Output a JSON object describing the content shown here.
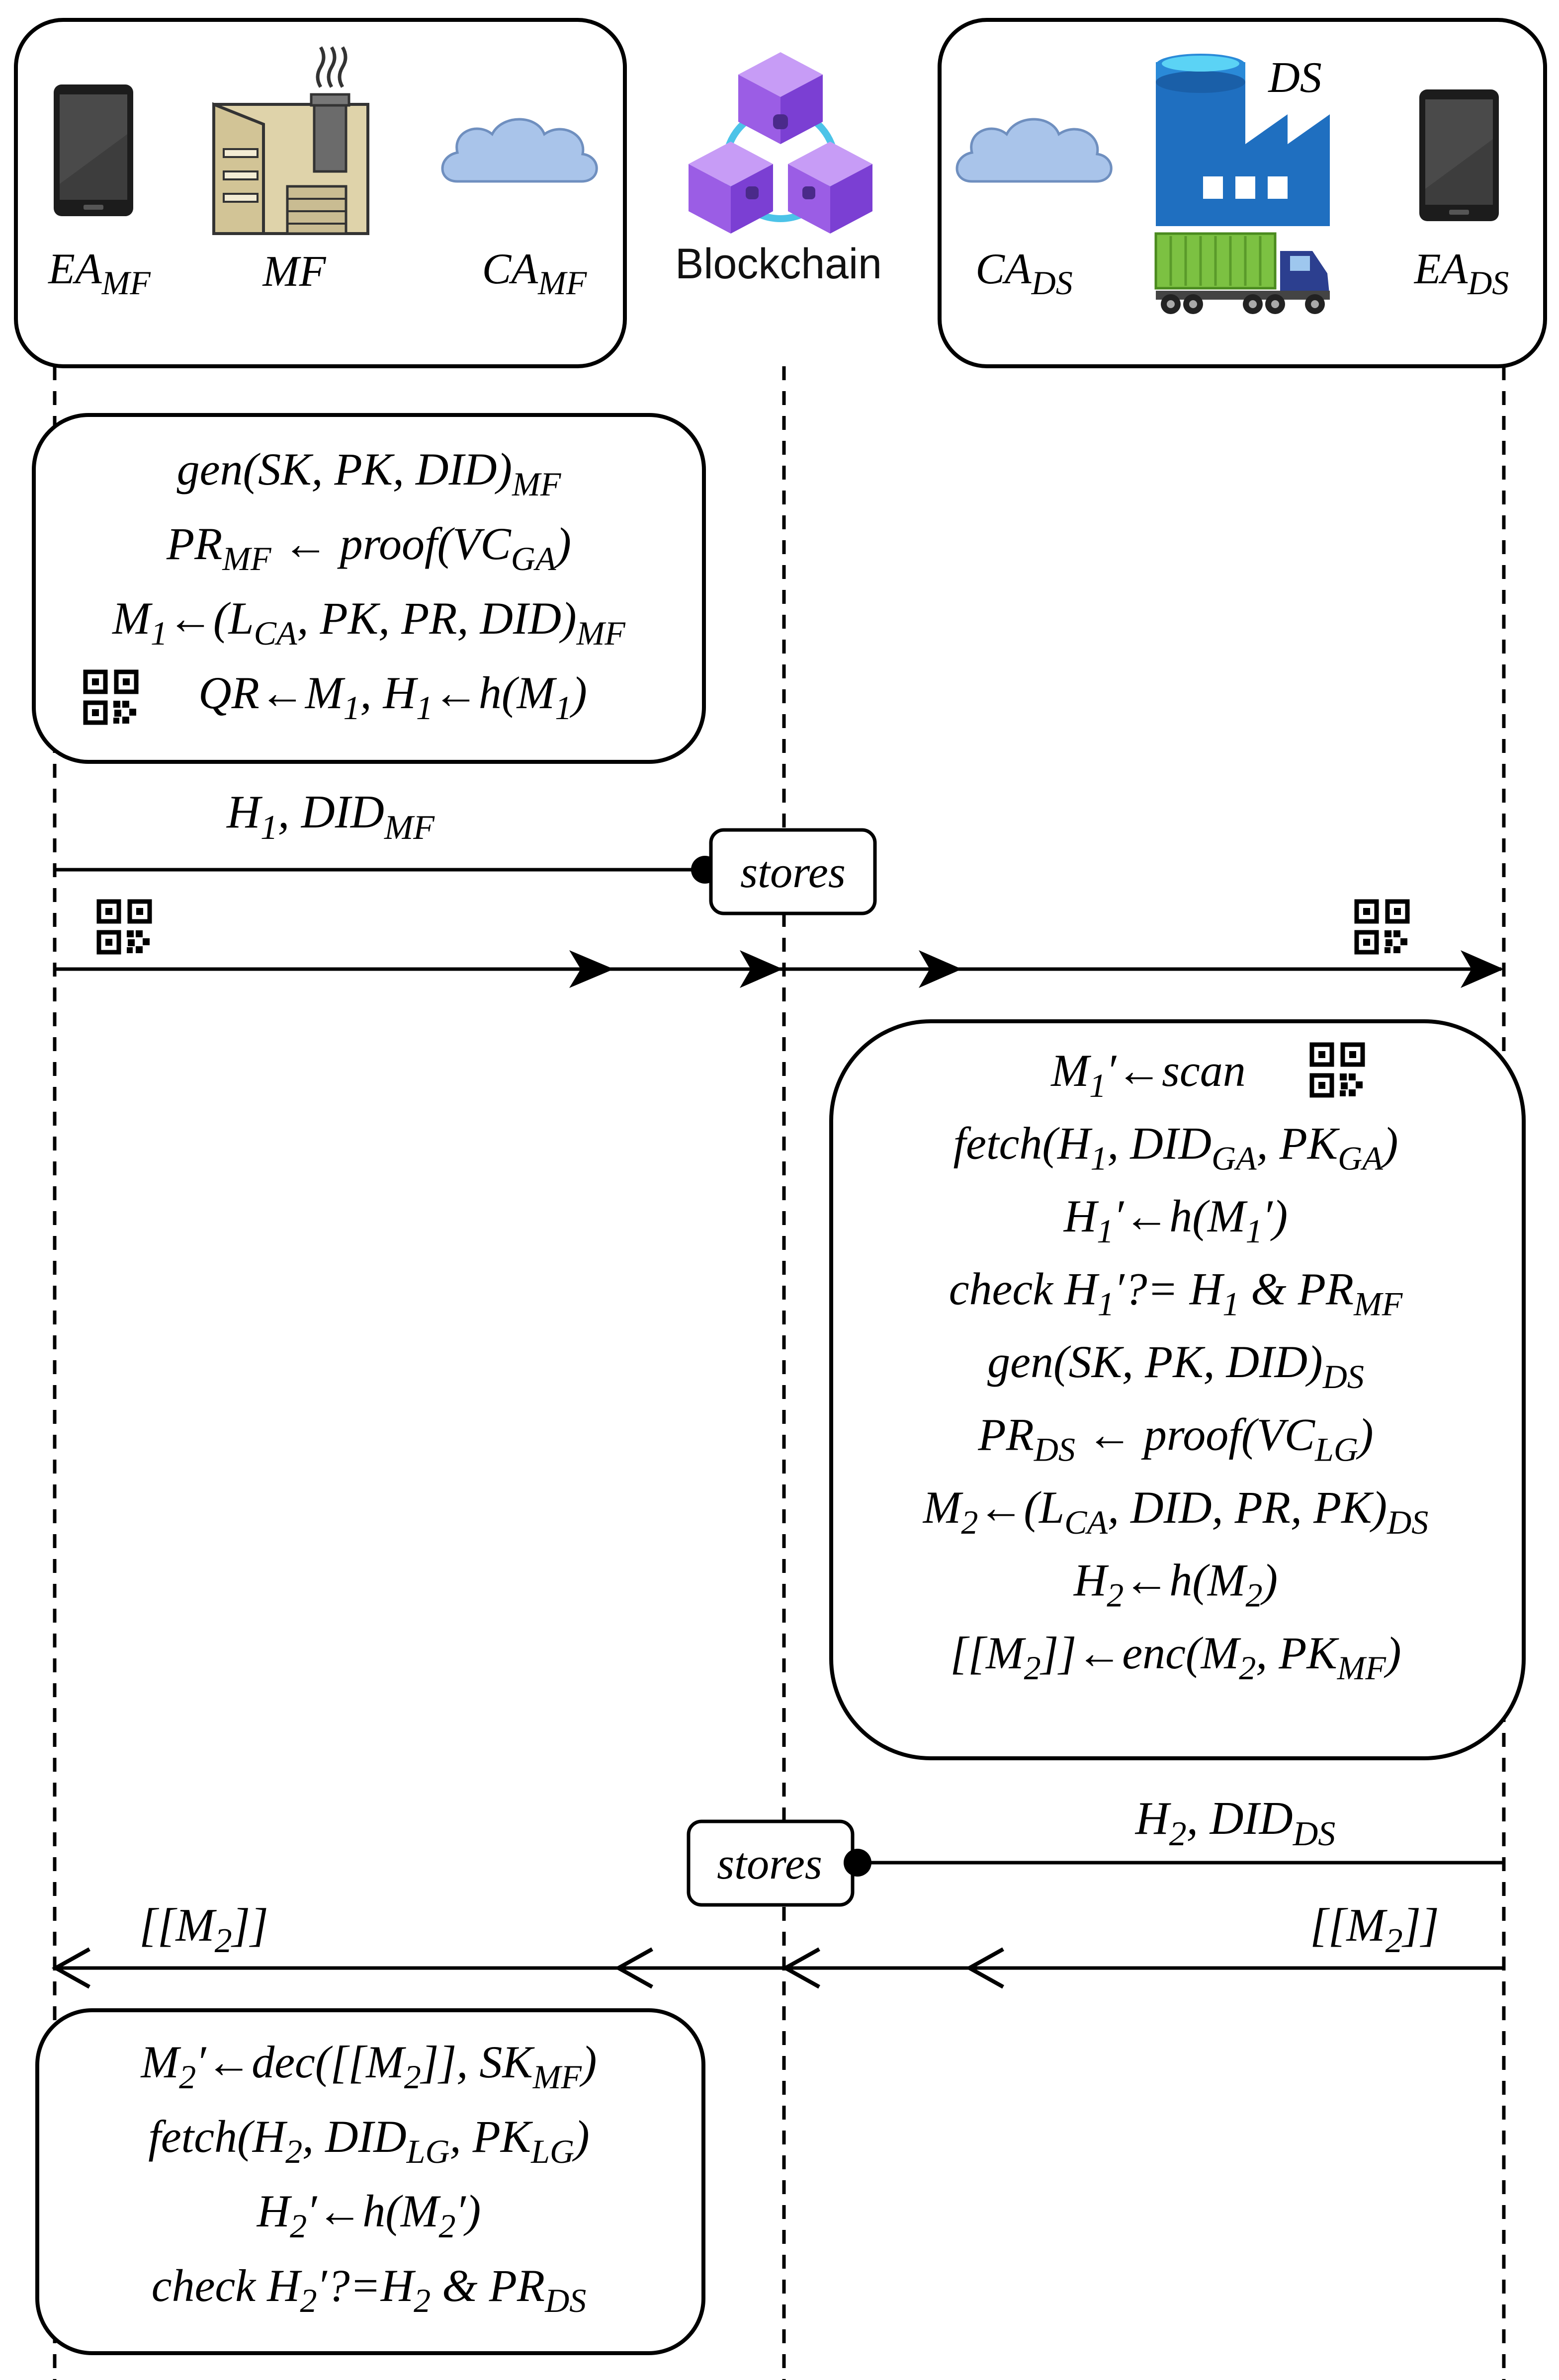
{
  "actors": {
    "ea_mf": {
      "base": "EA",
      "sub": "MF"
    },
    "mf": "MF",
    "ca_mf": {
      "base": "CA",
      "sub": "MF"
    },
    "blockchain": "Blockchain",
    "ca_ds": {
      "base": "CA",
      "sub": "DS"
    },
    "ds": "DS",
    "ea_ds": {
      "base": "EA",
      "sub": "DS"
    }
  },
  "box1": [
    [
      {
        "t": "gen(SK, PK, DID)"
      },
      {
        "t": "MF",
        "sub": true
      }
    ],
    [
      {
        "t": "PR"
      },
      {
        "t": "MF",
        "sub": true
      },
      {
        "t": " ← proof(VC"
      },
      {
        "t": "GA",
        "sub": true
      },
      {
        "t": ")"
      }
    ],
    [
      {
        "t": "M"
      },
      {
        "t": "1",
        "sub": true
      },
      {
        "t": "←(L"
      },
      {
        "t": "CA",
        "sub": true
      },
      {
        "t": ", PK, PR, DID)"
      },
      {
        "t": "MF",
        "sub": true
      }
    ],
    [
      {
        "t": "QR←M"
      },
      {
        "t": "1",
        "sub": true
      },
      {
        "t": ", H"
      },
      {
        "t": "1",
        "sub": true
      },
      {
        "t": "←h(M"
      },
      {
        "t": "1",
        "sub": true
      },
      {
        "t": ")"
      }
    ]
  ],
  "msg_h1": [
    {
      "t": "H"
    },
    {
      "t": "1",
      "sub": true
    },
    {
      "t": ", DID"
    },
    {
      "t": "MF",
      "sub": true
    }
  ],
  "stores_top": "stores",
  "box2": [
    [
      {
        "t": "M"
      },
      {
        "t": "1",
        "sub": true
      },
      {
        "t": "′←scan"
      }
    ],
    [
      {
        "t": "fetch(H"
      },
      {
        "t": "1",
        "sub": true
      },
      {
        "t": ", DID"
      },
      {
        "t": "GA",
        "sub": true
      },
      {
        "t": ", PK"
      },
      {
        "t": "GA",
        "sub": true
      },
      {
        "t": ")"
      }
    ],
    [
      {
        "t": "H"
      },
      {
        "t": "1",
        "sub": true
      },
      {
        "t": "′←h(M"
      },
      {
        "t": "1",
        "sub": true
      },
      {
        "t": "′)"
      }
    ],
    [
      {
        "t": "check H"
      },
      {
        "t": "1",
        "sub": true
      },
      {
        "t": "′?= H"
      },
      {
        "t": "1",
        "sub": true
      },
      {
        "t": " & PR"
      },
      {
        "t": "MF",
        "sub": true
      }
    ],
    [
      {
        "t": "gen(SK, PK, DID)"
      },
      {
        "t": "DS",
        "sub": true
      }
    ],
    [
      {
        "t": "PR"
      },
      {
        "t": "DS",
        "sub": true
      },
      {
        "t": " ← proof(VC"
      },
      {
        "t": "LG",
        "sub": true
      },
      {
        "t": ")"
      }
    ],
    [
      {
        "t": "M"
      },
      {
        "t": "2",
        "sub": true
      },
      {
        "t": "←(L"
      },
      {
        "t": "CA",
        "sub": true
      },
      {
        "t": ", DID, PR, PK)"
      },
      {
        "t": "DS",
        "sub": true
      }
    ],
    [
      {
        "t": "H"
      },
      {
        "t": "2",
        "sub": true
      },
      {
        "t": "←h(M"
      },
      {
        "t": "2",
        "sub": true
      },
      {
        "t": ")"
      }
    ],
    [
      {
        "t": "[[M"
      },
      {
        "t": "2",
        "sub": true
      },
      {
        "t": "]]←enc(M"
      },
      {
        "t": "2",
        "sub": true
      },
      {
        "t": ", PK"
      },
      {
        "t": "MF",
        "sub": true
      },
      {
        "t": ")"
      }
    ]
  ],
  "msg_h2": [
    {
      "t": "H"
    },
    {
      "t": "2",
      "sub": true
    },
    {
      "t": ", DID"
    },
    {
      "t": "DS",
      "sub": true
    }
  ],
  "stores_bottom": "stores",
  "msg_enc_right": [
    {
      "t": "[[M"
    },
    {
      "t": "2",
      "sub": true
    },
    {
      "t": "]]"
    }
  ],
  "msg_enc_left": [
    {
      "t": "[[M"
    },
    {
      "t": "2",
      "sub": true
    },
    {
      "t": "]]"
    }
  ],
  "box3": [
    [
      {
        "t": "M"
      },
      {
        "t": "2",
        "sub": true
      },
      {
        "t": "′←dec([[M"
      },
      {
        "t": "2",
        "sub": true
      },
      {
        "t": "]], SK"
      },
      {
        "t": "MF",
        "sub": true
      },
      {
        "t": ")"
      }
    ],
    [
      {
        "t": "fetch(H"
      },
      {
        "t": "2",
        "sub": true
      },
      {
        "t": ", DID"
      },
      {
        "t": "LG",
        "sub": true
      },
      {
        "t": ", PK"
      },
      {
        "t": "LG",
        "sub": true
      },
      {
        "t": ")"
      }
    ],
    [
      {
        "t": "H"
      },
      {
        "t": "2",
        "sub": true
      },
      {
        "t": "′←h(M"
      },
      {
        "t": "2",
        "sub": true
      },
      {
        "t": "′)"
      }
    ],
    [
      {
        "t": "check H"
      },
      {
        "t": "2",
        "sub": true
      },
      {
        "t": "′?=H"
      },
      {
        "t": "2",
        "sub": true
      },
      {
        "t": " & PR"
      },
      {
        "t": "DS",
        "sub": true
      }
    ]
  ],
  "icons": [
    "smartphone-icon",
    "factory-icon",
    "cloud-icon",
    "blockchain-icon",
    "warehouse-icon",
    "truck-icon",
    "qr-code-icon"
  ]
}
